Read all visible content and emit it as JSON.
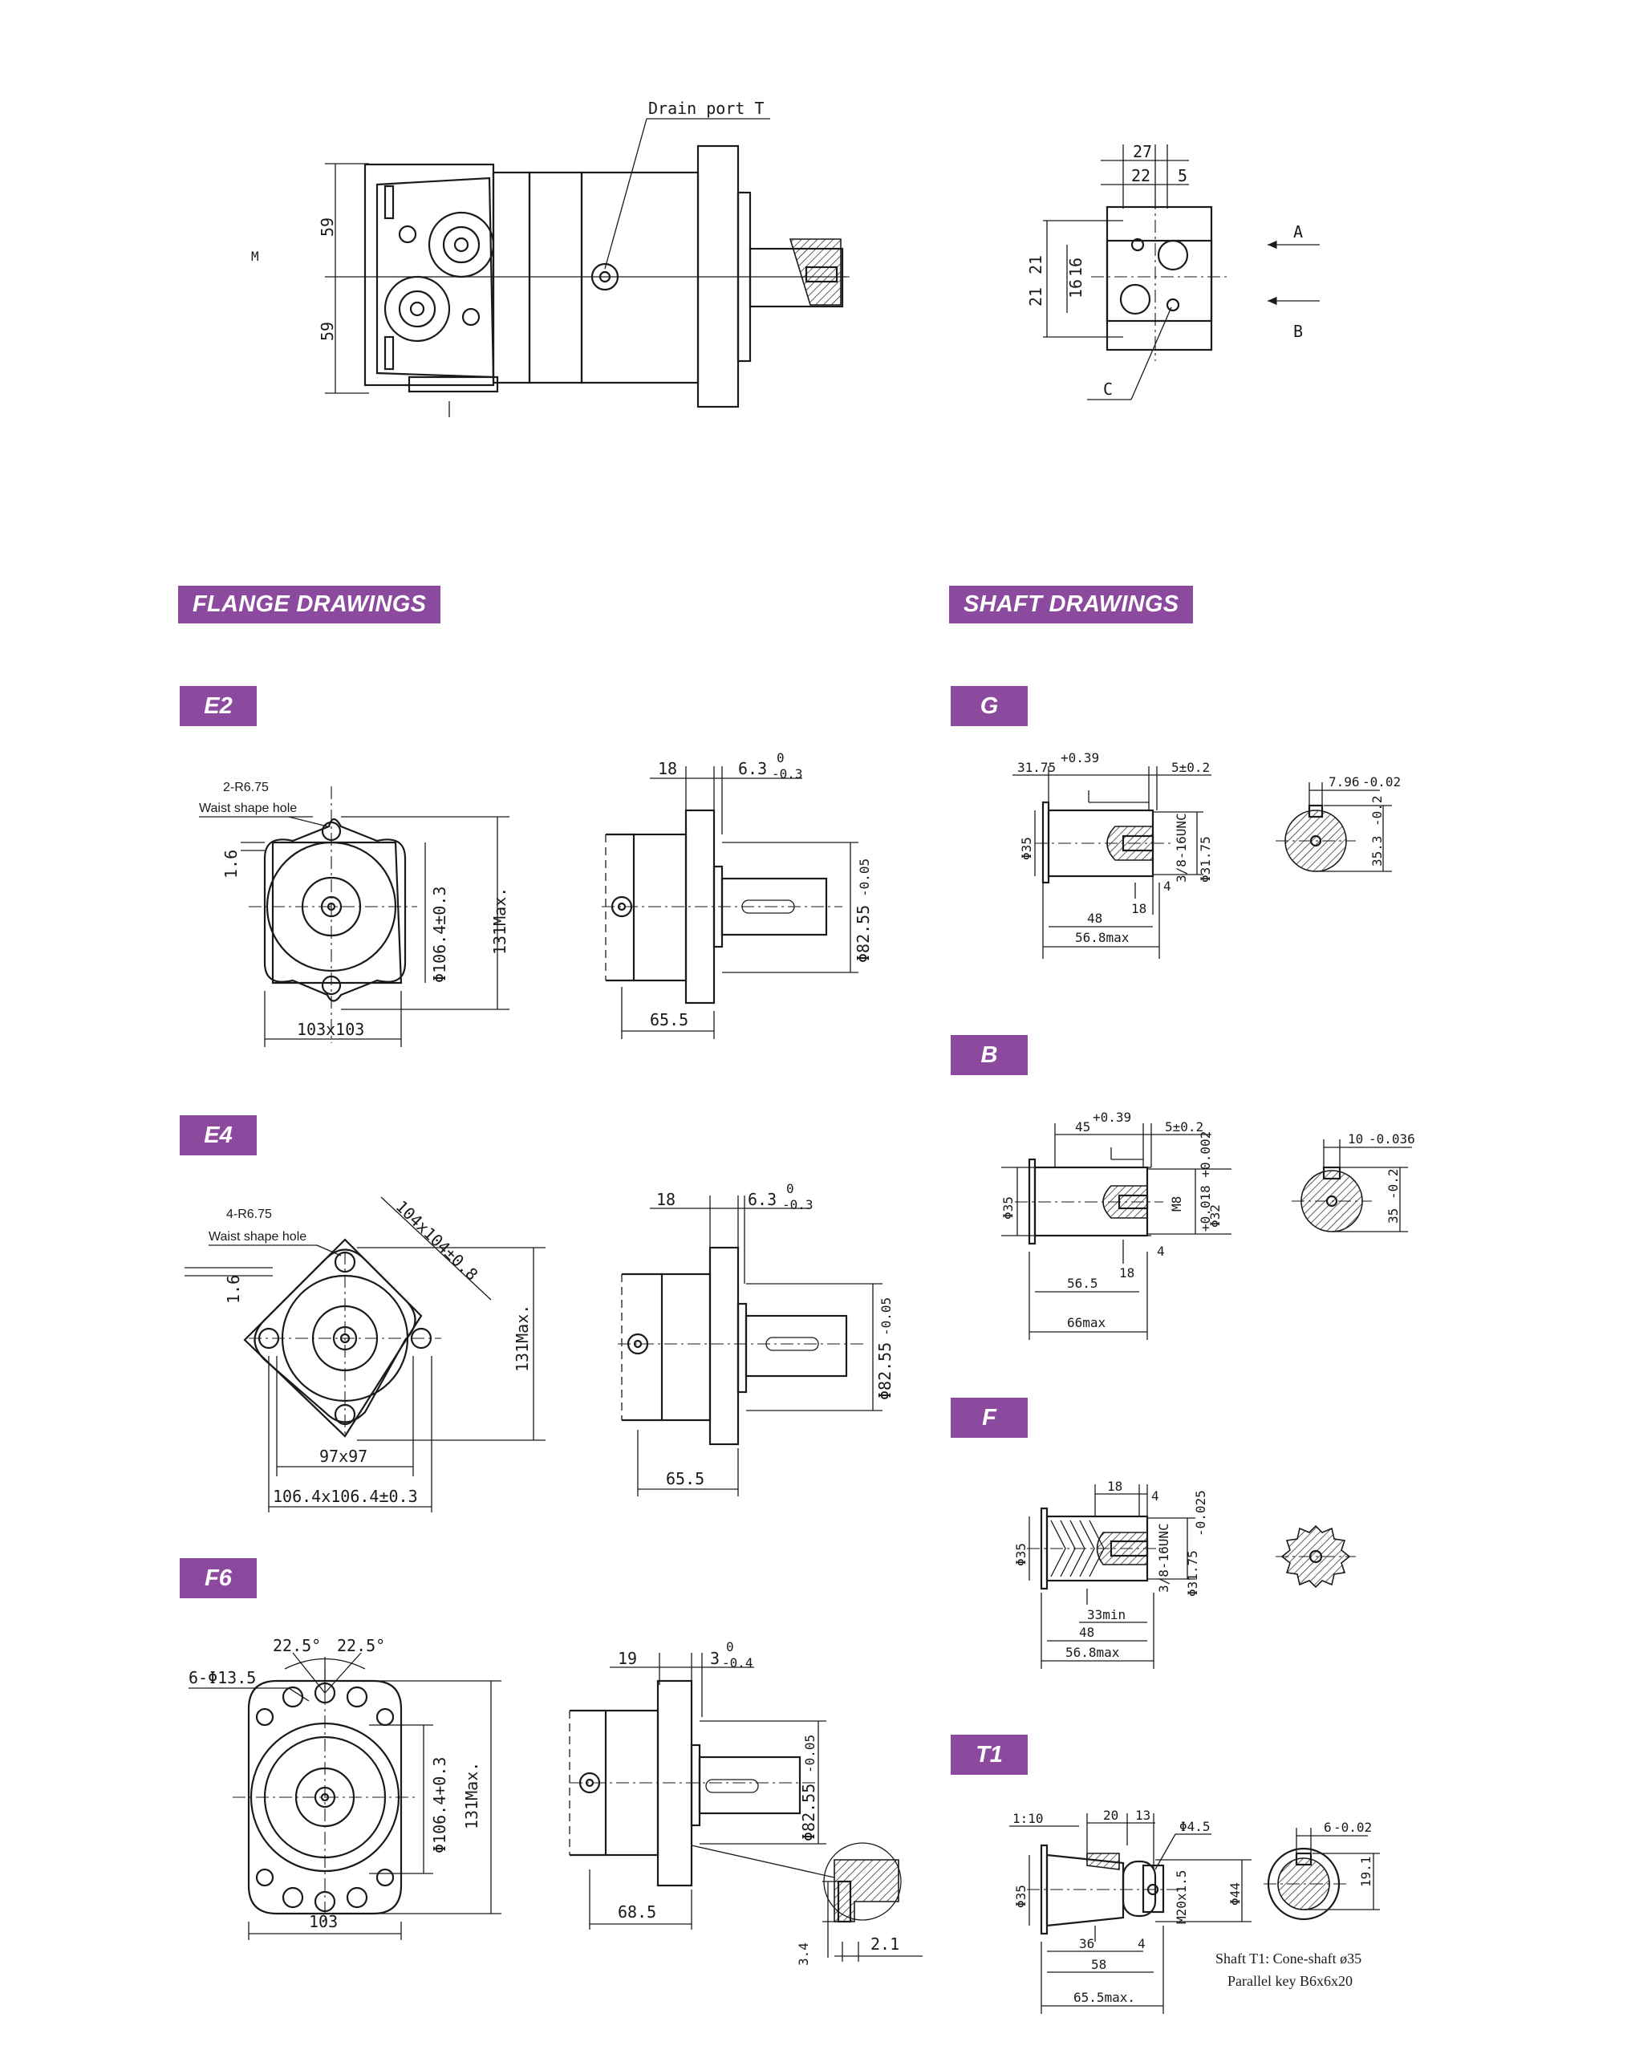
{
  "top_view": {
    "drain_port_label": "Drain port T",
    "dim_59_upper": "59",
    "dim_59_lower": "59",
    "m_label": "M",
    "end_dims": [
      "27",
      "22",
      "5",
      "21",
      "21",
      "16",
      "16"
    ],
    "port_a": "A",
    "port_b": "B",
    "port_c": "C"
  },
  "sections": {
    "flange": "FLANGE DRAWINGS",
    "shaft": "SHAFT DRAWINGS"
  },
  "flanges": {
    "e2": {
      "code": "E2",
      "r_label": "2-R6.75",
      "waist_label": "Waist shape hole",
      "dim_1_6": "1.6",
      "dim_dia": "Φ106.4±0.3",
      "dim_max": "131Max.",
      "dim_base": "103x103",
      "side_18": "18",
      "side_6_3": "6.3",
      "side_tol": "0",
      "side_tol2": "-0.3",
      "side_dia": "Φ82.55",
      "side_dia_tol": "-0.05",
      "side_65_5": "65.5"
    },
    "e4": {
      "code": "E4",
      "r_label": "4-R6.75",
      "waist_label": "Waist shape hole",
      "dim_1_6": "1.6",
      "dim_diag": "104x104±0.8",
      "dim_max": "131Max.",
      "dim_97": "97x97",
      "dim_106": "106.4x106.4±0.3",
      "side_18": "18",
      "side_6_3": "6.3",
      "side_tol": "0",
      "side_tol2": "-0.3",
      "side_dia": "Φ82.55",
      "side_dia_tol": "-0.05",
      "side_65_5": "65.5"
    },
    "f6": {
      "code": "F6",
      "holes": "6-Φ13.5",
      "angle_a": "22.5°",
      "angle_b": "22.5°",
      "dim_dia": "Φ106.4+0.3",
      "dim_max": "131Max.",
      "dim_103": "103",
      "side_19": "19",
      "side_3": "3",
      "side_tol": "0",
      "side_tol2": "-0.4",
      "side_dia": "Φ82.55",
      "side_dia_tol": "-0.05",
      "side_68_5": "68.5",
      "side_3_4": "3.4",
      "side_2_1": "2.1"
    }
  },
  "shafts": {
    "g": {
      "code": "G",
      "len_a": "31.75",
      "len_a_tol": "+0.39",
      "key_len": "5±0.2",
      "dia": "Φ35",
      "thread": "3/8-16UNC",
      "dia2": "Φ31.75",
      "d18": "18",
      "d4": "4",
      "d48": "48",
      "max": "56.8max",
      "key_w": "7.96",
      "key_w_tol": "-0.02",
      "key_h": "35.3",
      "key_h_tol": "-0.2"
    },
    "b": {
      "code": "B",
      "len_a": "45",
      "len_a_tol": "+0.39",
      "key_len": "5±0.2",
      "dia": "Φ35",
      "thread": "M8",
      "dia2": "Φ32",
      "dia2_tol": "+0.018 +0.002",
      "d18": "18",
      "d4": "4",
      "d56": "56.5",
      "max": "66max",
      "key_w": "10",
      "key_w_tol": "-0.036",
      "key_h": "35",
      "key_h_tol": "-0.2"
    },
    "f": {
      "code": "F",
      "d18": "18",
      "d4": "4",
      "dia": "Φ35",
      "thread": "3/8-16UNC",
      "dia2": "Φ31.75",
      "dia2_tol": "-0.025",
      "min": "33min",
      "d48": "48",
      "max": "56.8max"
    },
    "t1": {
      "code": "T1",
      "taper": "1:10",
      "d20": "20",
      "d13": "13",
      "d4_5": "Φ4.5",
      "dia": "Φ35",
      "thread": "M20x1.5",
      "d44": "Φ44",
      "d36": "36",
      "d4": "4",
      "d58": "58",
      "max": "65.5max.",
      "key_w": "6",
      "key_w_tol": "-0.02",
      "key_h": "19.1",
      "note_1": "Shaft T1: Cone-shaft ø35",
      "note_2": "Parallel key B6x6x20"
    }
  },
  "colors": {
    "accent": "#8c4a9e",
    "line": "#1a1a1a"
  }
}
